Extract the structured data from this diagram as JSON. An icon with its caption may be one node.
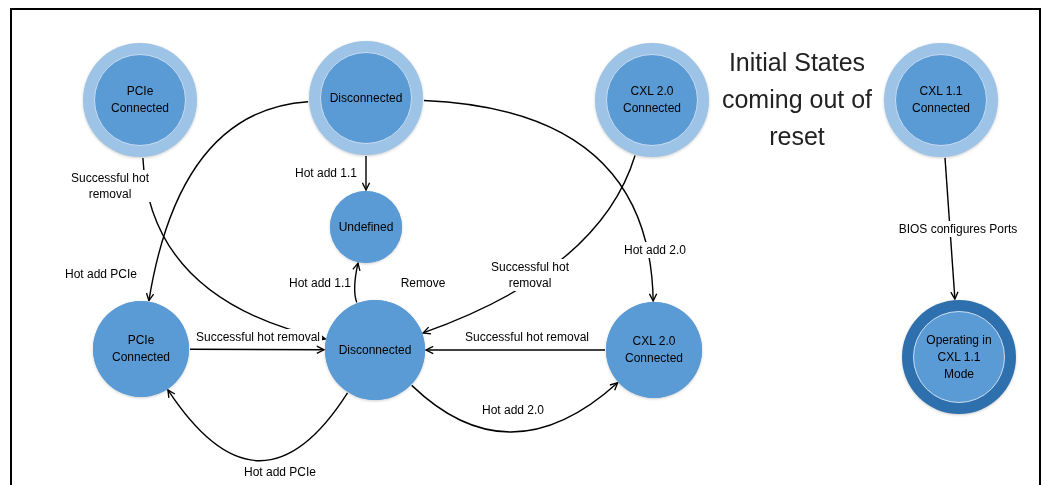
{
  "diagram": {
    "title": "Initial States coming out of reset",
    "nodes": [
      {
        "text": [
          "PCIe Connected"
        ]
      },
      {
        "text": [
          "Disconnected"
        ]
      },
      {
        "text": [
          "CXL 2.0 Connected"
        ]
      },
      {
        "text": [
          "CXL 1.1 Connected"
        ]
      },
      {
        "text": [
          "Undefined"
        ]
      },
      {
        "text": [
          "PCIe Connected"
        ]
      },
      {
        "text": [
          "Disconnected"
        ]
      },
      {
        "text": [
          "CXL 2.0 Connected"
        ]
      },
      {
        "text": [
          "Operating in CXL 1.1 Mode"
        ]
      }
    ],
    "edges": [
      {
        "from": 0,
        "to": 6,
        "arrow": "to",
        "label": "Successful hot removal"
      },
      {
        "from": 1,
        "to": 5,
        "arrow": "to",
        "label": "Hot add PCIe"
      },
      {
        "from": 1,
        "to": 4,
        "arrow": "to",
        "label": "Hot add 1.1"
      },
      {
        "from": 1,
        "to": 7,
        "arrow": "to",
        "label": "Hot add 2.0"
      },
      {
        "from": 2,
        "to": 6,
        "arrow": "to",
        "label": "Successful hot removal"
      },
      {
        "from": 6,
        "to": 4,
        "arrow": "to",
        "label": "Hot add 1.1"
      },
      {
        "from": 5,
        "to": 6,
        "arrow": "to",
        "label": "Successful hot removal"
      },
      {
        "from": 7,
        "to": 6,
        "arrow": "to",
        "label": "Successful hot removal"
      },
      {
        "from": 6,
        "to": 7,
        "arrow": "to",
        "label": "Hot add 2.0"
      },
      {
        "from": 6,
        "to": 5,
        "arrow": "to",
        "label": "Hot add PCIe"
      },
      {
        "from": 3,
        "to": 8,
        "arrow": "to",
        "label": "BIOS configures Ports"
      }
    ],
    "labels": [
      "Remove"
    ]
  }
}
